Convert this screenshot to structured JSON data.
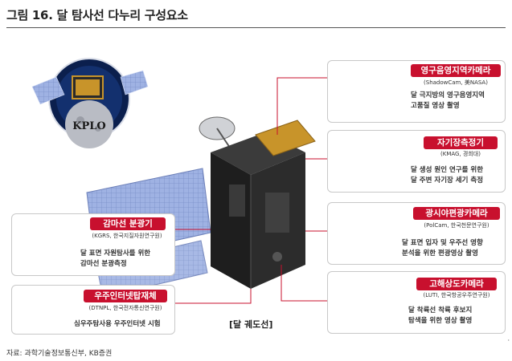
{
  "title": "그림 16. 달 탐사선 다누리 구성요소",
  "caption": "[달 궤도선]",
  "source": "자료: 과학기술정보통신부, KB증권",
  "corner_mark": "·",
  "logo": {
    "name": "KPLO"
  },
  "instruments": [
    {
      "name": "영구음영지역카메라",
      "org": "(ShadowCam, 美NASA)",
      "desc": [
        "달 극지방의 영구음영지역",
        "고품질 영상 촬영"
      ]
    },
    {
      "name": "자기장측정기",
      "org": "(KMAG, 경희대)",
      "desc": [
        "달 생성 원인 연구를 위한",
        "달 주변 자기장 세기 측정"
      ]
    },
    {
      "name": "광시야편광카메라",
      "org": "(PolCam, 한국천문연구원)",
      "desc": [
        "달 표면 입자 및 우주선 영향",
        "분석을 위한 편광영상 촬영"
      ]
    },
    {
      "name": "고해상도카메라",
      "org": "(LUTI, 한국항공우주연구원)",
      "desc": [
        "달 착륙선 착륙 후보지",
        "탐색을 위한 영상 촬영"
      ]
    },
    {
      "name": "감마선 분광기",
      "org": "(KGRS, 한국지질자원연구원)",
      "desc": [
        "달 표면 자원탐사를 위한",
        "감마선 분광측정"
      ]
    },
    {
      "name": "우주인터넷탑재체",
      "org": "(DTNPL, 한국전자통신연구원)",
      "desc": [
        "심우주탐사용 우주인터넷 시험"
      ]
    }
  ],
  "colors": {
    "accent": "#c8102e",
    "panel": "#8aa0d8",
    "gold": "#c8942a"
  }
}
